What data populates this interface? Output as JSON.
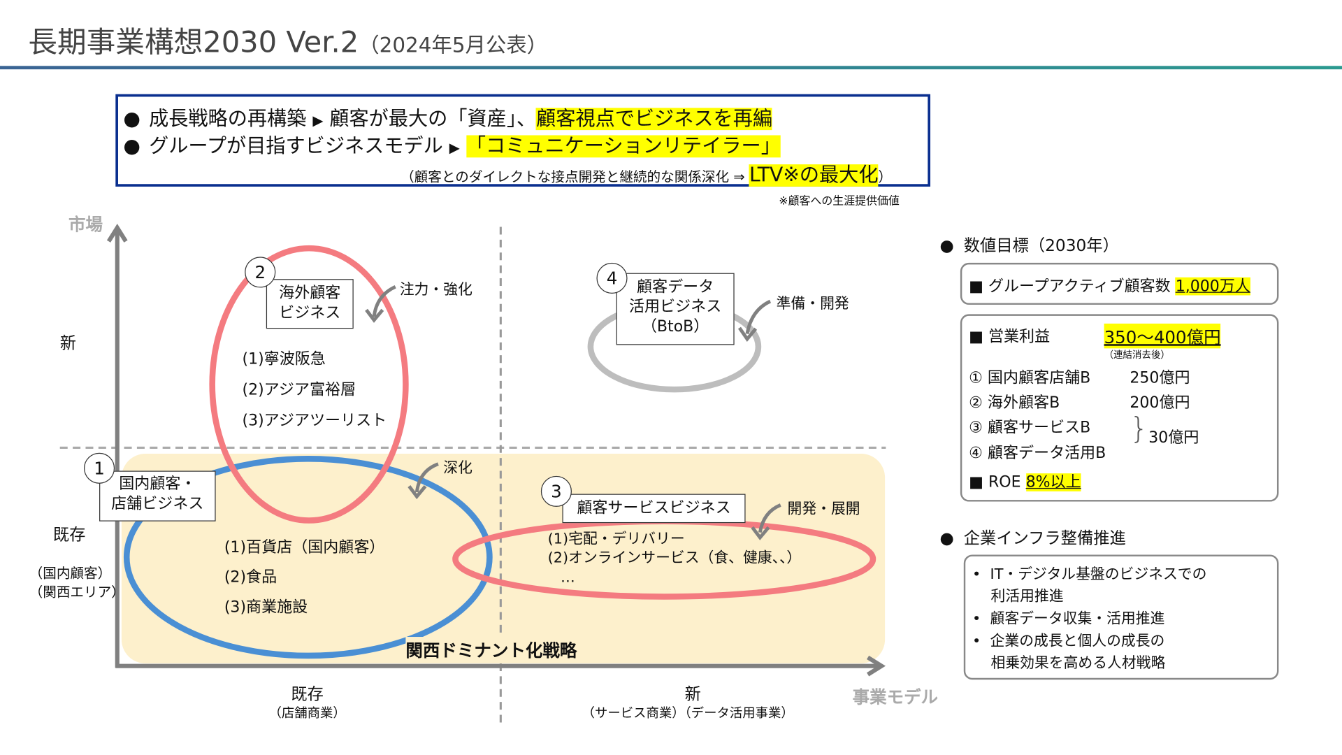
{
  "title": {
    "main": "長期事業構想2030 Ver.2",
    "sub": "（2024年5月公表）"
  },
  "message": {
    "line1": {
      "bullet": "●",
      "text": "成長戦略の再構築",
      "arrow": "▶",
      "text2": "顧客が最大の「資産」、",
      "highlight": "顧客視点でビジネスを再編"
    },
    "line2": {
      "bullet": "●",
      "text": "グループが目指すビジネスモデル",
      "arrow": "▶",
      "highlight": "「コミュニケーションリテイラー」"
    },
    "line3": {
      "text": "（顧客とのダイレクトな接点開発と継続的な関係深化 ⇒ ",
      "highlight": "LTV※の最大化",
      "close": "）"
    },
    "footnote": "※顧客への生涯提供価値"
  },
  "diagram": {
    "y_axis": "市場",
    "x_axis": "事業モデル",
    "y_new": "新",
    "y_existing": "既存",
    "y_existing_sub1": "（国内顧客）",
    "y_existing_sub2": "（関西エリア）",
    "x_existing": "既存",
    "x_existing_sub": "（店舗商業）",
    "x_new": "新",
    "x_new_sub": "（サービス商業）（データ活用事業）",
    "strategy_label": "関西ドミナント化戦略",
    "businesses": [
      {
        "num": "1",
        "name1": "国内顧客・",
        "name2": "店舗ビジネス",
        "action": "深化",
        "items": [
          "(1)百貨店（国内顧客）",
          "(2)食品",
          "(3)商業施設"
        ]
      },
      {
        "num": "2",
        "name1": "海外顧客",
        "name2": "ビジネス",
        "action": "注力・強化",
        "items": [
          "(1)寧波阪急",
          "(2)アジア富裕層",
          "(3)アジアツーリスト"
        ]
      },
      {
        "num": "3",
        "name1": "顧客サービスビジネス",
        "action": "開発・展開",
        "items": [
          "(1)宅配・デリバリー",
          "(2)オンラインサービス（食、健康、、）",
          "…"
        ]
      },
      {
        "num": "4",
        "name1": "顧客データ",
        "name2": "活用ビジネス",
        "name3": "（BtoB）",
        "action": "準備・開発"
      }
    ],
    "colors": {
      "red": "#f47b80",
      "blue": "#4a8fd4",
      "gray": "#bdbdbd",
      "cream": "#fdf0cc",
      "axis": "#808080"
    }
  },
  "targets": {
    "heading": "数値目標（2030年）",
    "customers": {
      "label": "■ グループアクティブ顧客数",
      "value": "1,000万人"
    },
    "profit": {
      "label": "■ 営業利益",
      "value": "350～400億円",
      "note": "（連結消去後）",
      "rows": [
        {
          "label": "①  国内顧客店舗B",
          "value": "250億円"
        },
        {
          "label": "②  海外顧客B",
          "value": "200億円"
        },
        {
          "label": "③  顧客サービスB"
        },
        {
          "label": "④  顧客データ活用B"
        }
      ],
      "combined": "30億円",
      "roe": {
        "label": "■ ROE",
        "value": "8%以上"
      }
    }
  },
  "infra": {
    "heading": "企業インフラ整備推進",
    "items": [
      {
        "l1": "IT・デジタル基盤のビジネスでの",
        "l2": "利活用推進"
      },
      {
        "l1": "顧客データ収集・活用推進"
      },
      {
        "l1": "企業の成長と個人の成長の",
        "l2": "相乗効果を高める人材戦略"
      }
    ]
  }
}
